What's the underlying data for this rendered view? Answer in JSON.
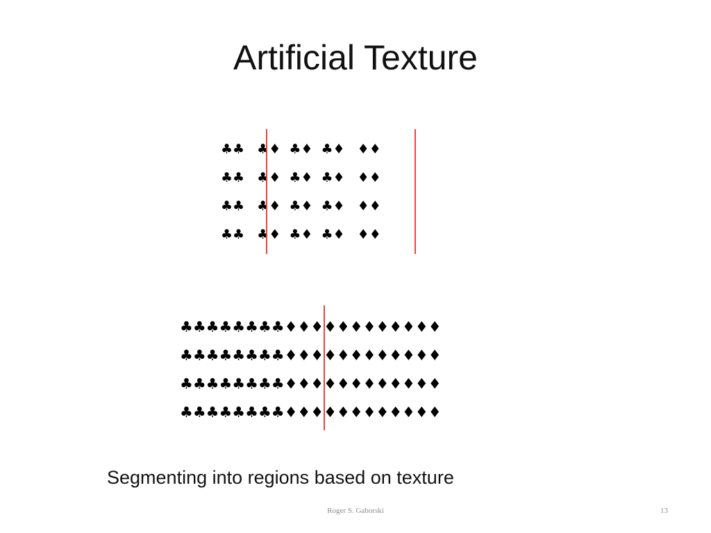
{
  "slide": {
    "title": "Artificial Texture",
    "caption": "Segmenting into regions based on texture",
    "footer_author": "Roger S. Gaborski",
    "page_number": "13"
  },
  "texture_top": {
    "rows": [
      "♣♣   ♣♦  ♣♦  ♣♦   ♦♦",
      "♣♣   ♣♦  ♣♦  ♣♦   ♦♦",
      "♣♣   ♣♦  ♣♦  ♣♦   ♦♦",
      "♣♣   ♣♦  ♣♦  ♣♦   ♦♦"
    ]
  },
  "texture_bottom": {
    "rows": [
      "♣♣♣♣♣♣♣♣♦♦♦♦♦♦♦♦♦♦♦♦",
      "♣♣♣♣♣♣♣♣♦♦♦♦♦♦♦♦♦♦♦♦",
      "♣♣♣♣♣♣♣♣♦♦♦♦♦♦♦♦♦♦♦♦",
      "♣♣♣♣♣♣♣♣♦♦♦♦♦♦♦♦♦♦♦♦"
    ]
  },
  "colors": {
    "divider": "#e8453c",
    "text": "#111111",
    "footer": "#8a8a8a"
  }
}
